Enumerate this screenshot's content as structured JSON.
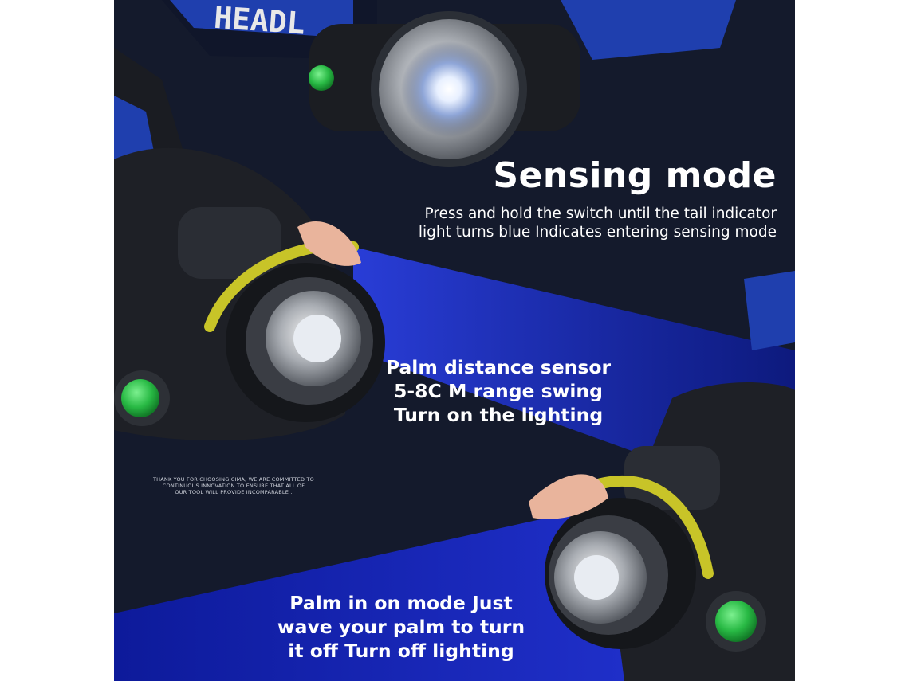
{
  "colors": {
    "background": "#141a2c",
    "beam_blue": "#1b2fc0",
    "sensor_arc": "#c8c428",
    "button_green": "#2ec84a",
    "strap_blue": "#1f3fae"
  },
  "strap_text_top": "HEADL",
  "title": "Sensing mode",
  "subtitle_lines": [
    "Press and hold the switch until the tail indicator",
    "light turns blue Indicates entering sensing mode"
  ],
  "callout_sensor": [
    "Palm distance sensor",
    "5-8C M range swing",
    "Turn on the lighting"
  ],
  "callout_palm": [
    "Palm in on mode Just",
    "wave your palm to turn",
    "it off Turn off lighting"
  ],
  "fine_print": [
    "THANK YOU FOR CHOOSING CIMA, WE ARE COMMITTED TO",
    "CONTINUOUS INNOVATION TO ENSURE THAT ALL OF",
    "OUR TOOL WILL PROVIDE INCOMPARABLE ."
  ]
}
